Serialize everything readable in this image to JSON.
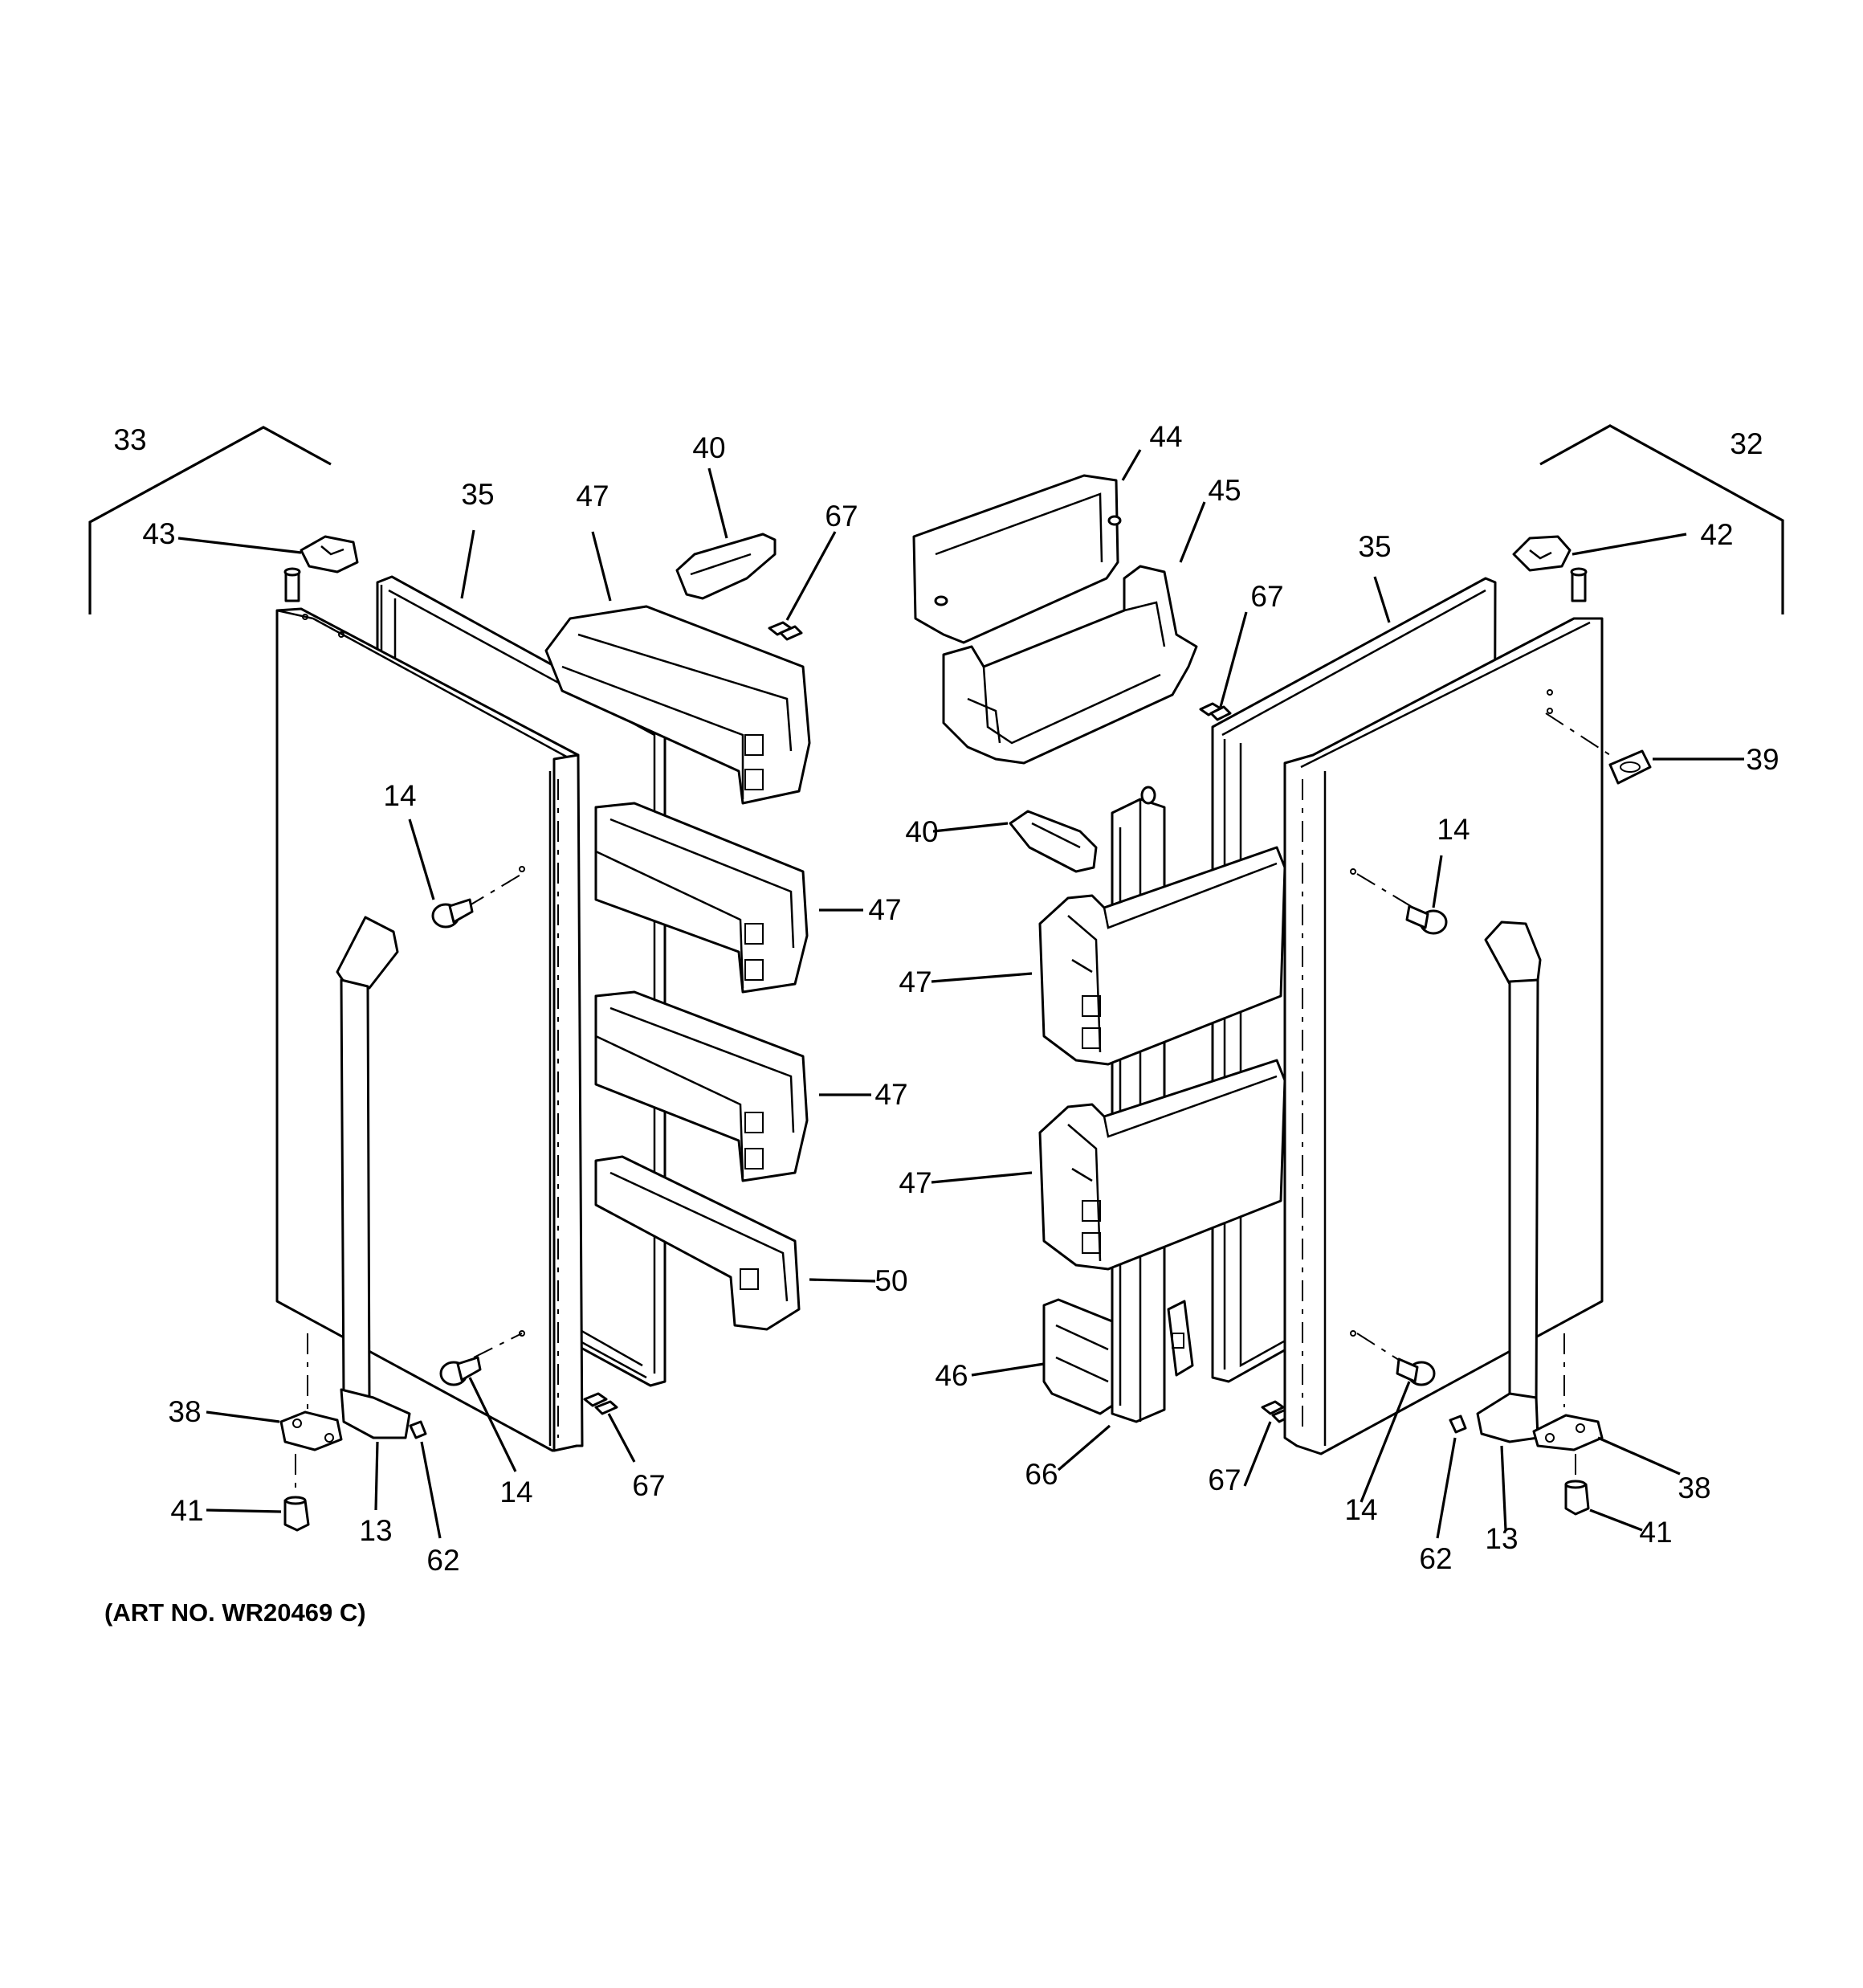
{
  "callouts": {
    "c33": "33",
    "c43": "43",
    "c35_left": "35",
    "c47_top_left": "47",
    "c40_left": "40",
    "c67_top_left": "67",
    "c14_upper_left": "14",
    "c47_mid_left": "47",
    "c47_low_left": "47",
    "c50": "50",
    "c38_left": "38",
    "c41_left": "41",
    "c13_left": "13",
    "c62_left": "62",
    "c14_lower_left": "14",
    "c67_bottom_left": "67",
    "c44": "44",
    "c45": "45",
    "c67_top_right": "67",
    "c35_right": "35",
    "c32": "32",
    "c42": "42",
    "c39": "39",
    "c40_right": "40",
    "c47_upper_right": "47",
    "c47_lower_right": "47",
    "c14_upper_right": "14",
    "c46": "46",
    "c66": "66",
    "c67_bottom_right": "67",
    "c14_lower_right": "14",
    "c62_right": "62",
    "c13_right": "13",
    "c38_right": "38",
    "c41_right": "41"
  },
  "art_number": "(ART NO. WR20469 C)"
}
